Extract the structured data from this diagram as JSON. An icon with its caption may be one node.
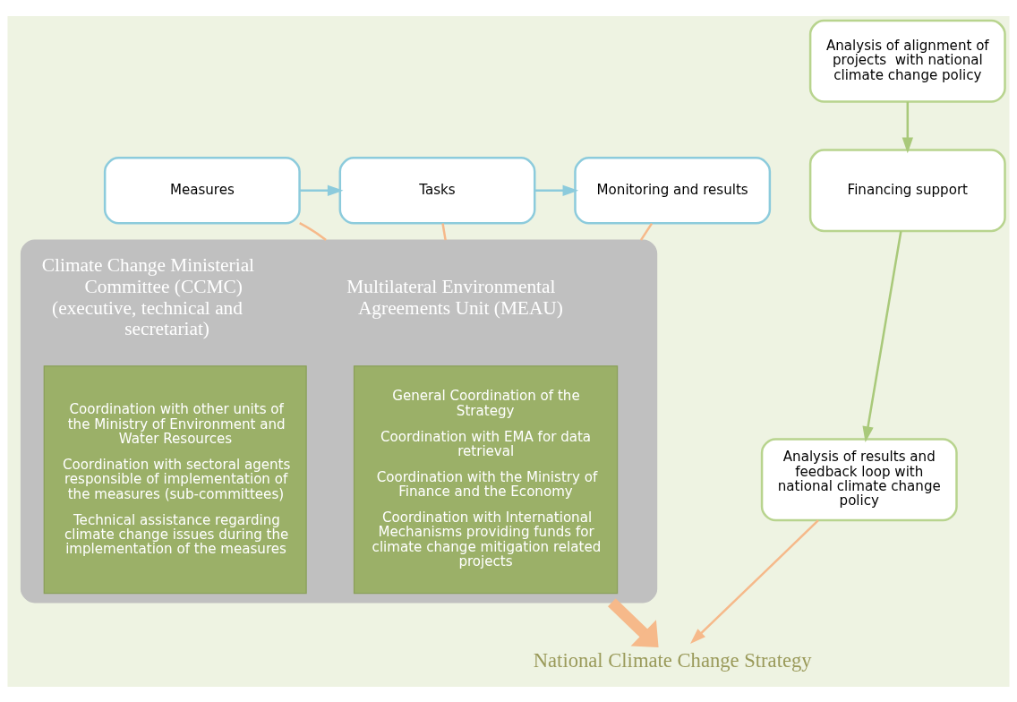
{
  "diagram": {
    "nodes": [
      {
        "text": [
          "Measures"
        ]
      },
      {
        "text": [
          "Tasks"
        ]
      },
      {
        "text": [
          "Monitoring and results"
        ]
      },
      {
        "text": [
          "Climate Change Ministerial Committee (CCMC) (executive, technical and secretariat)",
          "Multilateral Environmental Agreements Unit (MEAU)"
        ]
      },
      {
        "text": [
          "General Coordination of the Strategy",
          "Coordination with EMA for data retrieval",
          "Coordination with the Ministry of Finance and the Economy",
          "Coordination with International Mechanisms providing funds for climate change mitigation related projects"
        ],
        "in": 3
      },
      {
        "text": [
          "Coordination with other units of the Ministry of Environment and Water Resources",
          "Coordination with sectoral agents responsible of implementation of the measures (sub-committees)",
          "Technical assistance regarding climate change issues during the implementation of the measures"
        ],
        "in": 3
      },
      {
        "text": [
          "Analysis of alignment of projects  with national climate change policy"
        ]
      },
      {
        "text": [
          "Financing support"
        ]
      },
      {
        "text": [
          "Analysis of results and feedback loop with national climate change policy"
        ]
      },
      {
        "text": [
          "National Climate Change Strategy"
        ]
      }
    ],
    "edges": [
      {
        "from": 0,
        "to": 1,
        "arrow": "to",
        "color": "#8ccbdc"
      },
      {
        "from": 1,
        "to": 2,
        "arrow": "to",
        "color": "#8ccbdc"
      },
      {
        "from": 0,
        "to": 3,
        "arrow": "none"
      },
      {
        "from": 1,
        "to": 3,
        "arrow": "none"
      },
      {
        "from": 2,
        "to": 3,
        "arrow": "none"
      },
      {
        "from": 6,
        "to": 7,
        "arrow": "to",
        "color": "#a9c97a"
      },
      {
        "from": 7,
        "to": 8,
        "arrow": "to",
        "color": "#a9c97a"
      },
      {
        "from": 8,
        "to": 9,
        "arrow": "to"
      },
      {
        "from": 3,
        "to": 9,
        "arrow": "to",
        "style": "thick"
      }
    ]
  }
}
